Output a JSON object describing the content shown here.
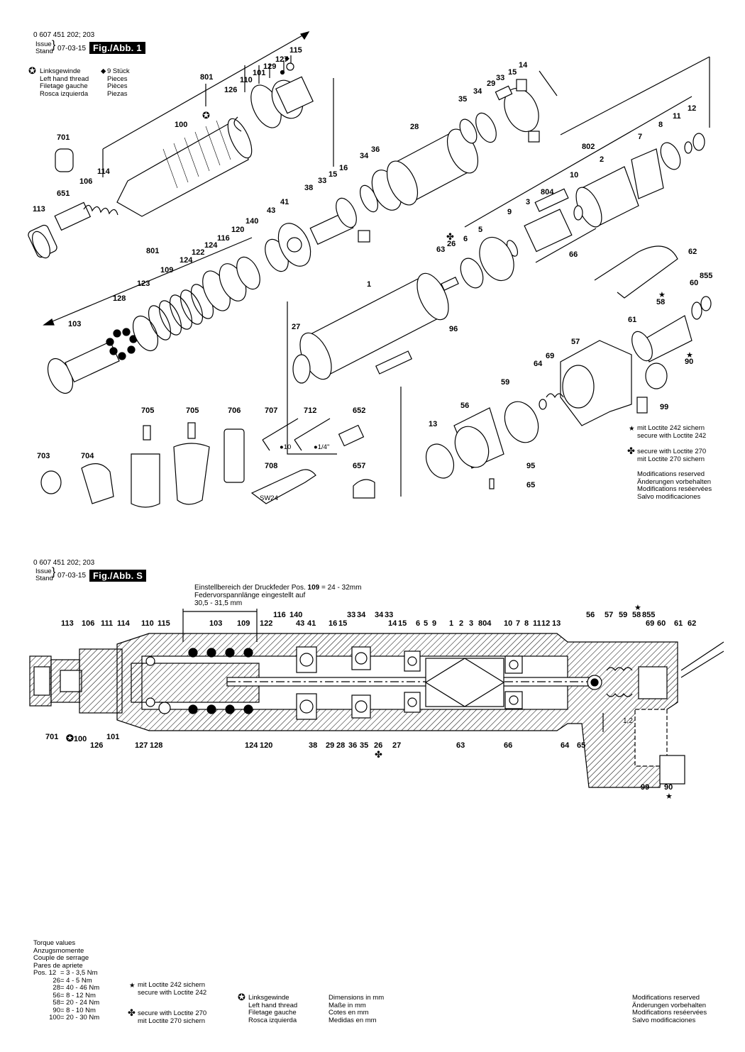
{
  "sheet1": {
    "part_number": "0 607 451 202; 203",
    "issue_label_1": "Issue",
    "issue_label_2": "Stand",
    "issue_date": "07-03-15",
    "fig_label": "Fig./Abb. 1",
    "legend_left": [
      "Linksgewinde",
      "Left hand thread",
      "Filetage gauche",
      "Rosca izquierda"
    ],
    "legend_right": [
      "9 Stück",
      "Pieces",
      "Pièces",
      "Piezas"
    ],
    "loctite242": [
      "mit Loctite 242 sichern",
      "secure with Loctite 242"
    ],
    "loctite270": [
      "secure with Loctite 270",
      "mit Loctite 270 sichern"
    ],
    "modifications": [
      "Modifications reserved",
      "Änderungen vorbehalten",
      "Modifications reséervées",
      "Salvo modificaciones"
    ],
    "part_labels": [
      {
        "t": "115"
      },
      {
        "t": "127"
      },
      {
        "t": "129"
      },
      {
        "t": "101"
      },
      {
        "t": "110"
      },
      {
        "t": "801"
      },
      {
        "t": "126"
      },
      {
        "t": "100"
      },
      {
        "t": "701"
      },
      {
        "t": "114"
      },
      {
        "t": "106"
      },
      {
        "t": "651"
      },
      {
        "t": "113"
      },
      {
        "t": "14"
      },
      {
        "t": "15"
      },
      {
        "t": "33"
      },
      {
        "t": "29"
      },
      {
        "t": "34"
      },
      {
        "t": "35"
      },
      {
        "t": "28"
      },
      {
        "t": "36"
      },
      {
        "t": "34"
      },
      {
        "t": "16"
      },
      {
        "t": "15"
      },
      {
        "t": "33"
      },
      {
        "t": "38"
      },
      {
        "t": "41"
      },
      {
        "t": "43"
      },
      {
        "t": "140"
      },
      {
        "t": "120"
      },
      {
        "t": "116"
      },
      {
        "t": "124"
      },
      {
        "t": "122"
      },
      {
        "t": "801"
      },
      {
        "t": "124"
      },
      {
        "t": "109"
      },
      {
        "t": "123"
      },
      {
        "t": "128"
      },
      {
        "t": "103"
      },
      {
        "t": "12"
      },
      {
        "t": "11"
      },
      {
        "t": "8"
      },
      {
        "t": "7"
      },
      {
        "t": "802"
      },
      {
        "t": "2"
      },
      {
        "t": "10"
      },
      {
        "t": "804"
      },
      {
        "t": "3"
      },
      {
        "t": "9"
      },
      {
        "t": "5"
      },
      {
        "t": "6"
      },
      {
        "t": "26"
      },
      {
        "t": "63"
      },
      {
        "t": "66"
      },
      {
        "t": "62"
      },
      {
        "t": "855"
      },
      {
        "t": "60"
      },
      {
        "t": "58"
      },
      {
        "t": "1"
      },
      {
        "t": "96"
      },
      {
        "t": "27"
      },
      {
        "t": "61"
      },
      {
        "t": "57"
      },
      {
        "t": "90"
      },
      {
        "t": "69"
      },
      {
        "t": "64"
      },
      {
        "t": "59"
      },
      {
        "t": "56"
      },
      {
        "t": "99"
      },
      {
        "t": "13"
      },
      {
        "t": "95"
      },
      {
        "t": "65"
      },
      {
        "t": "705"
      },
      {
        "t": "705"
      },
      {
        "t": "706"
      },
      {
        "t": "707"
      },
      {
        "t": "712"
      },
      {
        "t": "652"
      },
      {
        "t": "703"
      },
      {
        "t": "704"
      },
      {
        "t": "708"
      },
      {
        "t": "657"
      }
    ],
    "accessory_notes": {
      "key10": "10",
      "key14": "1/4\"",
      "sw": "SW24"
    }
  },
  "sheet2": {
    "part_number": "0 607 451 202; 203",
    "issue_label_1": "Issue",
    "issue_label_2": "Stand",
    "issue_date": "07-03-15",
    "fig_label": "Fig./Abb. S",
    "spring_note": [
      "Einstellbereich der Druckfeder Pos.",
      "109",
      "= 24 - 32mm"
    ],
    "spring_note_2": "Federvorspannlänge eingestellt auf",
    "spring_note_3": "30,5 - 31,5 mm",
    "top_labels": [
      "113",
      "106",
      "111",
      "114",
      "110",
      "115",
      "103",
      "109",
      "122",
      "116",
      "140",
      "43",
      "41",
      "16",
      "15",
      "33",
      "34",
      "34",
      "33",
      "14",
      "15",
      "6",
      "5",
      "9",
      "1",
      "2",
      "3",
      "804",
      "10",
      "7",
      "8",
      "11",
      "12",
      "13",
      "56",
      "57",
      "59",
      "58",
      "855",
      "69",
      "60",
      "61",
      "62"
    ],
    "bottom_labels": [
      "701",
      "100",
      "101",
      "126",
      "127",
      "128",
      "124",
      "120",
      "38",
      "29",
      "28",
      "36",
      "35",
      "26",
      "27",
      "63",
      "66",
      "64",
      "65",
      "99",
      "90"
    ],
    "dim_label": "1,2",
    "torque_title": [
      "Torque values",
      "Anzugsmomente",
      "Couple de serrage",
      "Pares de apriete"
    ],
    "torque_rows": [
      {
        "pos": "Pos. 12",
        "val": "=   3 - 3,5 Nm"
      },
      {
        "pos": "26",
        "val": "=   4 -    5 Nm"
      },
      {
        "pos": "28",
        "val": "= 40 -  46 Nm"
      },
      {
        "pos": "56",
        "val": "=   8 -  12 Nm"
      },
      {
        "pos": "58",
        "val": "= 20 -  24 Nm"
      },
      {
        "pos": "90",
        "val": "=   8 -  10 Nm"
      },
      {
        "pos": "100",
        "val": "= 20 -  30 Nm"
      }
    ],
    "loctite242": [
      "mit Loctite 242 sichern",
      "secure with Loctite 242"
    ],
    "loctite270": [
      "secure with Loctite 270",
      "mit Loctite 270 sichern"
    ],
    "left_thread": [
      "Linksgewinde",
      "Left hand thread",
      "Filetage gauche",
      "Rosca izquierda"
    ],
    "dimensions": [
      "Dimensions in mm",
      "Maße in mm",
      "Cotes en mm",
      "Medidas en mm"
    ],
    "modifications": [
      "Modifications reserved",
      "Änderungen vorbehalten",
      "Modifications reséervées",
      "Salvo modificaciones"
    ]
  }
}
